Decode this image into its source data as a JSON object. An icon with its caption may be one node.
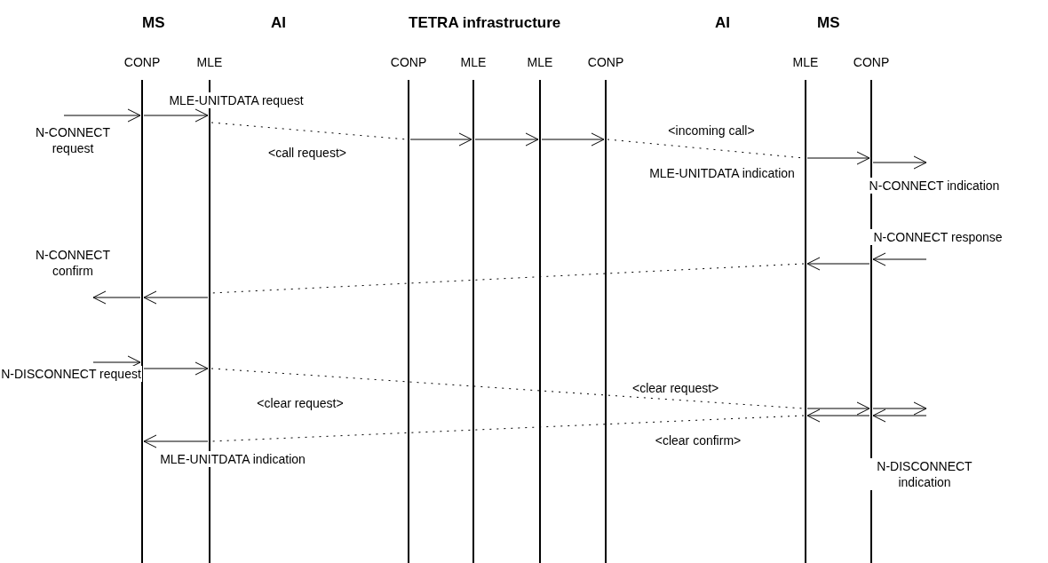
{
  "diagram": {
    "nodes": [
      {
        "text": [
          "CONP"
        ]
      },
      {
        "text": [
          "MLE"
        ]
      },
      {
        "text": [
          "CONP"
        ]
      },
      {
        "text": [
          "MLE"
        ]
      },
      {
        "text": [
          "MLE"
        ]
      },
      {
        "text": [
          "CONP"
        ]
      },
      {
        "text": [
          "MLE"
        ]
      },
      {
        "text": [
          "CONP"
        ]
      }
    ],
    "edges": [
      {
        "from": null,
        "to": 0,
        "arrow": "to",
        "label": "N-CONNECT request"
      },
      {
        "from": 0,
        "to": 1,
        "arrow": "to",
        "label": "MLE-UNITDATA request"
      },
      {
        "from": 1,
        "to": 2,
        "arrow": "none",
        "style": "dashed",
        "label": "<call request>"
      },
      {
        "from": 2,
        "to": 3,
        "arrow": "to"
      },
      {
        "from": 3,
        "to": 4,
        "arrow": "to"
      },
      {
        "from": 4,
        "to": 5,
        "arrow": "to"
      },
      {
        "from": 5,
        "to": 6,
        "arrow": "none",
        "style": "dashed",
        "label": "<incoming call>"
      },
      {
        "from": 6,
        "to": 7,
        "arrow": "to",
        "label": "MLE-UNITDATA indication"
      },
      {
        "from": 7,
        "to": null,
        "arrow": "to",
        "label": "N-CONNECT indication"
      },
      {
        "from": null,
        "to": 7,
        "arrow": "to",
        "label": "N-CONNECT response"
      },
      {
        "from": 7,
        "to": 6,
        "arrow": "to"
      },
      {
        "from": 6,
        "to": 1,
        "arrow": "none",
        "style": "dashed"
      },
      {
        "from": 1,
        "to": 0,
        "arrow": "to"
      },
      {
        "from": 0,
        "to": null,
        "arrow": "to",
        "label": "N-CONNECT confirm"
      },
      {
        "from": null,
        "to": 0,
        "arrow": "to",
        "label": "N-DISCONNECT request"
      },
      {
        "from": 0,
        "to": 1,
        "arrow": "to"
      },
      {
        "from": 1,
        "to": 6,
        "arrow": "none",
        "style": "dashed",
        "label": "<clear request>"
      },
      {
        "from": 6,
        "to": 7,
        "arrow": "to"
      },
      {
        "from": 7,
        "to": null,
        "arrow": "to"
      },
      {
        "from": null,
        "to": 7,
        "arrow": "to",
        "label": "N-DISCONNECT indication"
      },
      {
        "from": 7,
        "to": 6,
        "arrow": "to"
      },
      {
        "from": 6,
        "to": 1,
        "arrow": "none",
        "style": "dashed",
        "label": "<clear confirm>"
      },
      {
        "from": 1,
        "to": 0,
        "arrow": "to",
        "label": "MLE-UNITDATA indication"
      }
    ],
    "labels": [
      "MS",
      "AI",
      "TETRA infrastructure",
      "AI",
      "MS",
      "<clear request>"
    ]
  }
}
